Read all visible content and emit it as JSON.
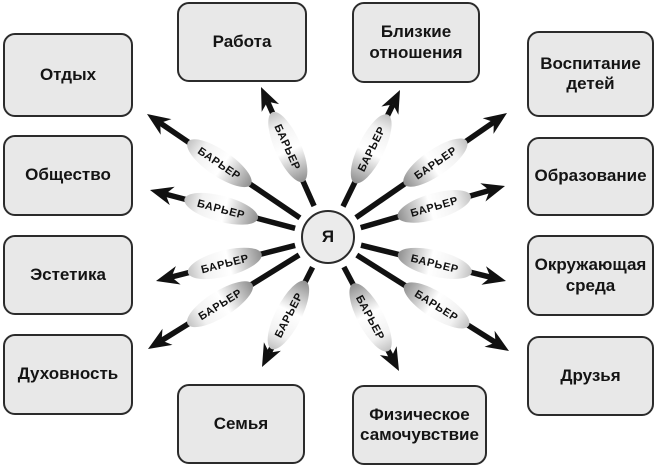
{
  "diagram": {
    "center_label": "Я",
    "barrier_label": "БАРЬЕР",
    "boxes": [
      {
        "id": "otdyh",
        "label": "Отдых"
      },
      {
        "id": "obshchestvo",
        "label": "Общество"
      },
      {
        "id": "estetika",
        "label": "Эстетика"
      },
      {
        "id": "duhovnost",
        "label": "Духовность"
      },
      {
        "id": "rabota",
        "label": "Работа"
      },
      {
        "id": "blizkie-otnosheniya",
        "label": "Близкие отношения"
      },
      {
        "id": "vospitanie-detey",
        "label": "Воспитание детей"
      },
      {
        "id": "obrazovanie",
        "label": "Образование"
      },
      {
        "id": "okruzhayushchaya-sreda",
        "label": "Окружающая среда"
      },
      {
        "id": "druzya",
        "label": "Друзья"
      },
      {
        "id": "semya",
        "label": "Семья"
      },
      {
        "id": "fizicheskoe-samochuvstvie",
        "label": "Физическое самочувствие"
      }
    ],
    "colors": {
      "background": "#ffffff",
      "box_fill": "#e8e8e8",
      "box_border": "#2b2b2b",
      "arrow": "#111111",
      "barrier_oval_dark": "#969696",
      "barrier_oval_light": "#ffffff",
      "text": "#141414"
    }
  }
}
